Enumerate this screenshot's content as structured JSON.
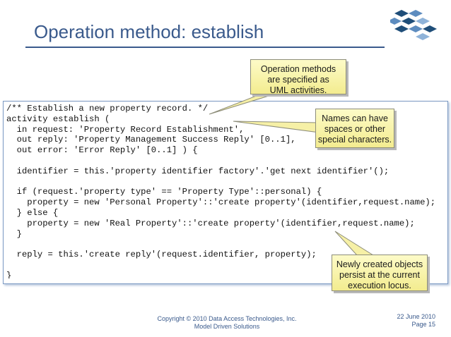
{
  "slide": {
    "title": "Operation method: establish"
  },
  "code_lines": [
    "/** Establish a new property record. */",
    "activity establish (",
    "  in request: 'Property Record Establishment',",
    "  out reply: 'Property Management Success Reply' [0..1],",
    "  out error: 'Error Reply' [0..1] ) {",
    "",
    "  identifier = this.'property identifier factory'.'get next identifier'();",
    "",
    "  if (request.'property type' == 'Property Type'::personal) {",
    "    property = new 'Personal Property'::'create property'(identifier,request.name);",
    "  } else {",
    "    property = new 'Real Property'::'create property'(identifier,request.name);",
    "  }",
    "",
    "  reply = this.'create reply'(request.identifier, property);",
    "",
    "}"
  ],
  "callouts": {
    "operation_methods": [
      "Operation methods",
      "are specified as",
      "UML activities."
    ],
    "names": [
      "Names can have",
      "spaces or other",
      "special characters."
    ],
    "newly_created": [
      "Newly created objects",
      "persist at the current",
      "execution locus."
    ]
  },
  "footer": {
    "copyright": "Copyright © 2010 Data Access Technologies, Inc.",
    "company": "Model Driven Solutions",
    "date": "22 June 2010",
    "page": "Page 15"
  },
  "colors": {
    "title": "#3a5a8c",
    "callout_fill": "#fdfbc8",
    "code_border": "#7a98c2"
  },
  "icons": {
    "logo": "blue-cube-logo"
  }
}
